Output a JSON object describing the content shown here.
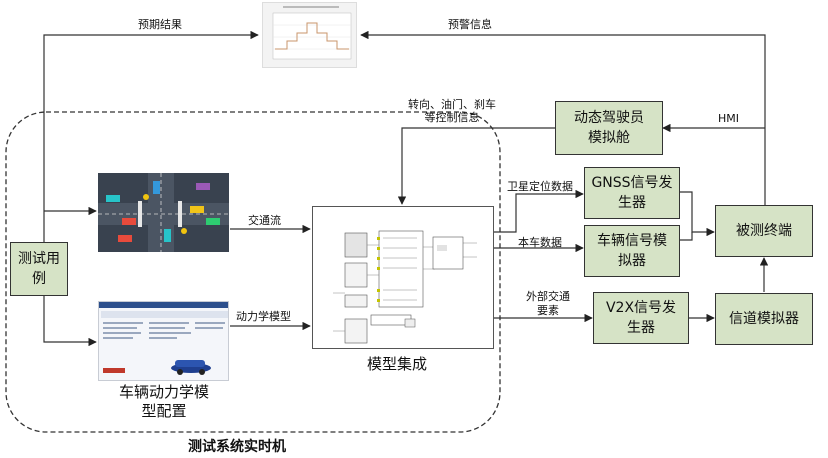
{
  "labels": {
    "expected_result": "预期结果",
    "warning_info": "预警信息",
    "control_info": "转向、油门、刹车\n等控制信息",
    "hmi": "HMI",
    "sat_data": "卫星定位数据",
    "vehicle_data": "本车数据",
    "traffic_flow": "交通流",
    "dynamics_model": "动力学模型",
    "external_traffic": "外部交通\n要素",
    "model_integration": "模型集成",
    "vehicle_dynamics_config": "车辆动力学模\n型配置",
    "rt_system": "测试系统实时机"
  },
  "boxes": {
    "test_case": "测试用\n例",
    "driver_cabin": "动态驾驶员\n模拟舱",
    "gnss_gen": "GNSS信号发\n生器",
    "vehicle_signal": "车辆信号模\n拟器",
    "v2x_gen": "V2X信号发\n生器",
    "dut": "被测终端",
    "channel_sim": "信道模拟器"
  },
  "colors": {
    "box_fill": "#d6e3c6",
    "line": "#333333"
  }
}
